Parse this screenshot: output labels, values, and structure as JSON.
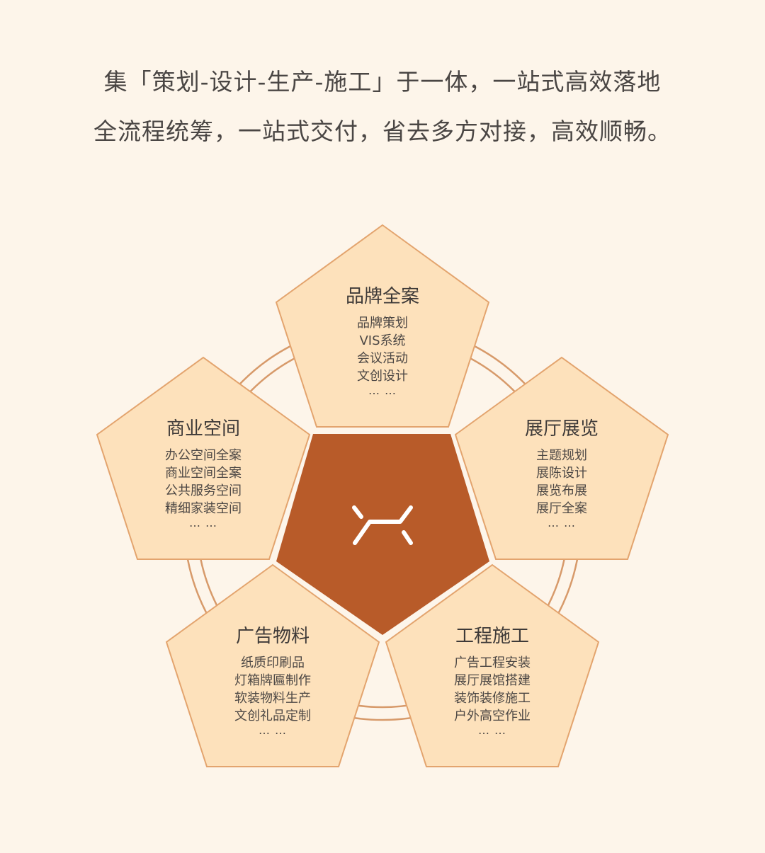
{
  "intro": {
    "line1": "集「策划-设计-生产-施工」于一体，一站式高效落地",
    "line2": "全流程统筹，一站式交付，省去多方对接，高效顺畅。"
  },
  "colors": {
    "background": "#fdf5ea",
    "pentagon_fill": "#fde1bb",
    "pentagon_stroke": "#e3a46e",
    "center_fill": "#b85b29",
    "ring_stroke": "#d79a6a"
  },
  "center": {
    "icon": "brand-logo-icon"
  },
  "segments": [
    {
      "title": "品牌全案",
      "items": [
        "品牌策划",
        "VIS系统",
        "会议活动",
        "文创设计"
      ],
      "more": "… …"
    },
    {
      "title": "展厅展览",
      "items": [
        "主题规划",
        "展陈设计",
        "展览布展",
        "展厅全案"
      ],
      "more": "… …"
    },
    {
      "title": "工程施工",
      "items": [
        "广告工程安装",
        "展厅展馆搭建",
        "装饰装修施工",
        "户外高空作业"
      ],
      "more": "… …"
    },
    {
      "title": "广告物料",
      "items": [
        "纸质印刷品",
        "灯箱牌匾制作",
        "软装物料生产",
        "文创礼品定制"
      ],
      "more": "… …"
    },
    {
      "title": "商业空间",
      "items": [
        "办公空间全案",
        "商业空间全案",
        "公共服务空间",
        "精细家装空间"
      ],
      "more": "… …"
    }
  ]
}
